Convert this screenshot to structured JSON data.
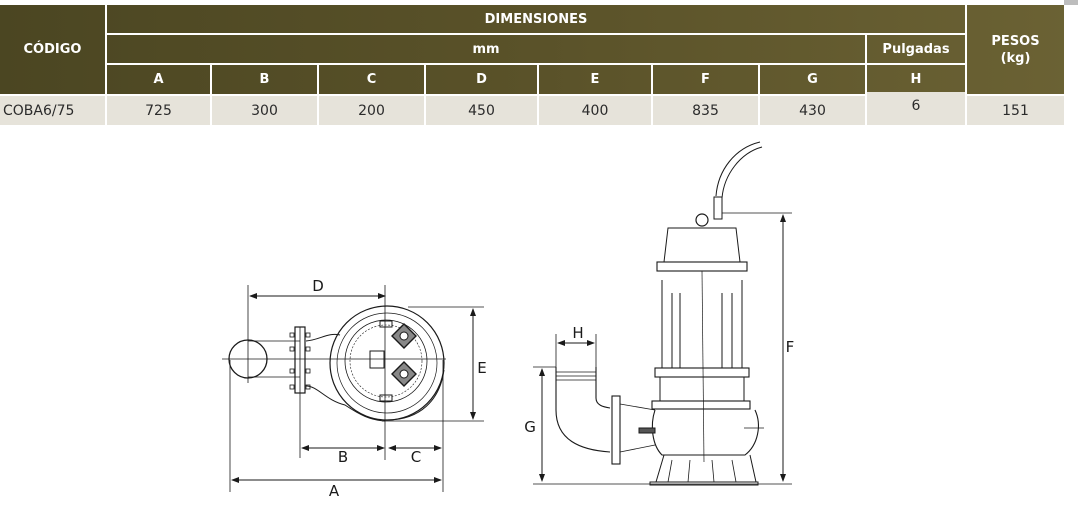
{
  "table": {
    "code_header": "CÓDIGO",
    "dimensions_header": "DIMENSIONES",
    "mm_header": "mm",
    "inches_header": "Pulgadas",
    "weight_header": "PESOS (kg)",
    "columns": [
      "A",
      "B",
      "C",
      "D",
      "E",
      "F",
      "G",
      "H"
    ],
    "rows": [
      {
        "code": "COBA6/75",
        "values": [
          "725",
          "300",
          "200",
          "450",
          "400",
          "835",
          "430",
          "6"
        ],
        "weight": "151"
      }
    ]
  },
  "diagram": {
    "top_view_labels": {
      "a": "A",
      "b": "B",
      "c": "C",
      "d": "D",
      "e": "E"
    },
    "side_view_labels": {
      "f": "F",
      "g": "G",
      "h": "H"
    }
  },
  "colors": {
    "header_dark": "#4b4622",
    "header_light": "#6b6234",
    "row_bg": "#e6e3da",
    "line": "#1a1a1a",
    "label_text": "#2b2b2b"
  }
}
